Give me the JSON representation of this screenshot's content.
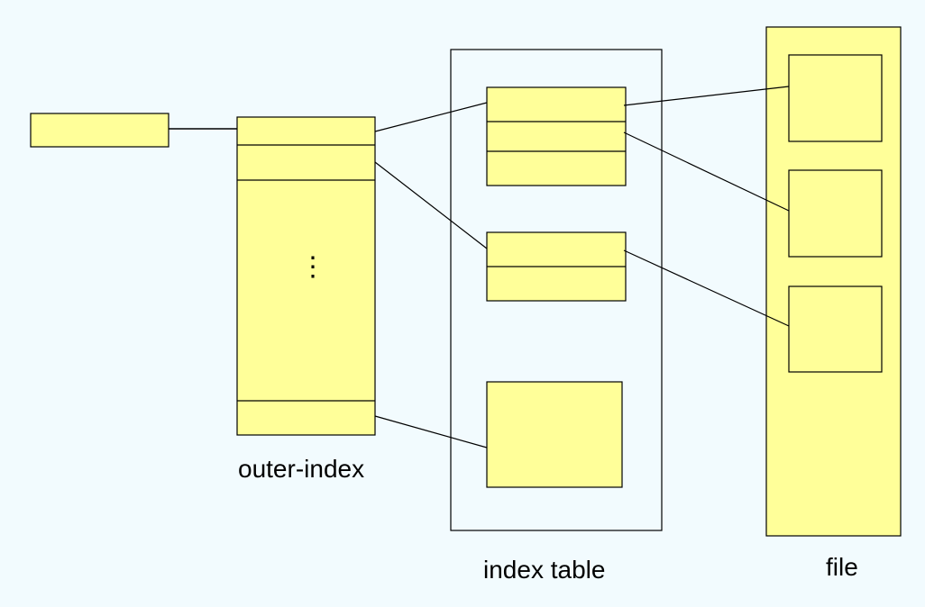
{
  "labels": {
    "outer_index": "outer-index",
    "index_table": "index table",
    "file": "file"
  },
  "ellipsis": "⋮",
  "colors": {
    "background": "#f2fbfe",
    "block_fill": "#ffff99",
    "stroke": "#000000",
    "container_fill": "#f2fbfe"
  }
}
